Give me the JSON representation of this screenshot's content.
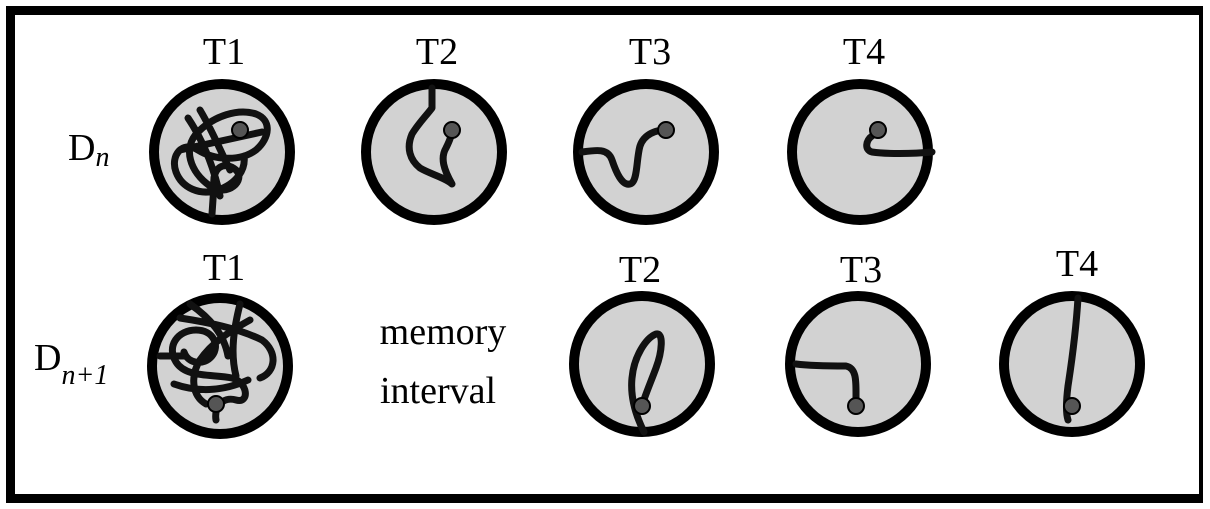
{
  "rows": [
    {
      "row_label": "D",
      "row_label_sub": "n",
      "trials": [
        {
          "label": "T1",
          "path": "swirl"
        },
        {
          "label": "T2",
          "path": "zigzag"
        },
        {
          "label": "T3",
          "path": "s-curve"
        },
        {
          "label": "T4",
          "path": "short-hook"
        }
      ]
    },
    {
      "row_label": "D",
      "row_label_sub": "n+1",
      "trials": [
        {
          "label": "T1",
          "path": "swirl"
        },
        {
          "label": "T2",
          "path": "loop"
        },
        {
          "label": "T3",
          "path": "l-bend"
        },
        {
          "label": "T4",
          "path": "straight-drop"
        }
      ]
    }
  ],
  "interval_label": [
    "memory",
    "interval"
  ],
  "colors": {
    "pool_fill": "#d2d2d2",
    "outline": "#000000",
    "platform": "#555555"
  }
}
